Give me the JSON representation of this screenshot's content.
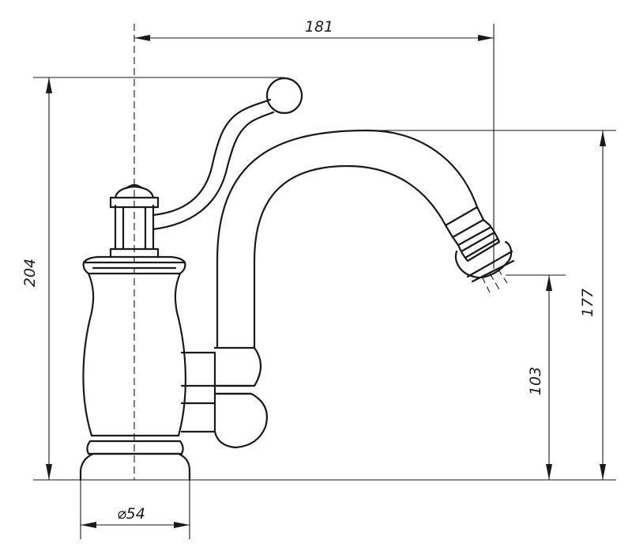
{
  "dimensions": {
    "width": "181",
    "height_total": "204",
    "height_spout": "177",
    "height_outlet": "103",
    "diameter": "⌀54"
  }
}
